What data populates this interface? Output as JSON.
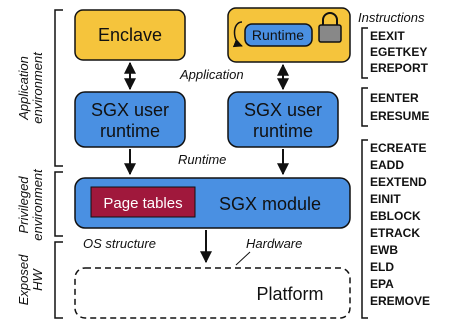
{
  "environments": {
    "application": [
      "Application",
      "environment"
    ],
    "privileged": [
      "Privileged",
      "environment"
    ],
    "exposed": [
      "Exposed",
      "HW"
    ]
  },
  "boxes": {
    "enclave": "Enclave",
    "runtime_small": "Runtime",
    "sgx_user_runtime_left": [
      "SGX user",
      "runtime"
    ],
    "sgx_user_runtime_right": [
      "SGX user",
      "runtime"
    ],
    "page_tables": "Page tables",
    "sgx_module": "SGX module",
    "platform": "Platform"
  },
  "edge_labels": {
    "application": "Application",
    "runtime": "Runtime",
    "os_structure": "OS structure",
    "hardware": "Hardware"
  },
  "instructions": {
    "heading": "Instructions",
    "group1": [
      "EEXIT",
      "EGETKEY",
      "EREPORT"
    ],
    "group2": [
      "EENTER",
      "ERESUME"
    ],
    "group3": [
      "ECREATE",
      "EADD",
      "EEXTEND",
      "EINIT",
      "EBLOCK",
      "ETRACK",
      "EWB",
      "ELD",
      "EPA",
      "EREMOVE"
    ]
  },
  "colors": {
    "enclave_fill": "#f5c43c",
    "sgx_fill": "#4a90e2",
    "page_tables_fill": "#a0183c"
  }
}
